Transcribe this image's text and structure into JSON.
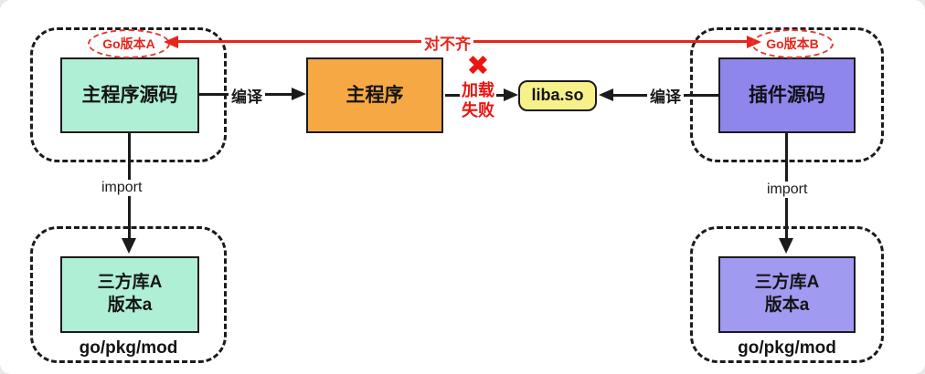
{
  "badges": {
    "go_version_a": "Go版本A",
    "go_version_b": "Go版本B"
  },
  "nodes": {
    "main_source": {
      "label": "主程序源码",
      "color": "#aeefd5"
    },
    "main_program": {
      "label": "主程序",
      "color": "#f6a844"
    },
    "liba": {
      "label": "liba.so",
      "color": "#f7f18a"
    },
    "plugin_source": {
      "label": "插件源码",
      "color": "#8f86ec"
    },
    "lib_a_left": {
      "line1": "三方库A",
      "line2": "版本a",
      "color": "#aeefd5"
    },
    "lib_a_right": {
      "line1": "三方库A",
      "line2": "版本a",
      "color": "#a19af1"
    }
  },
  "edges": {
    "compile_left": {
      "label": "编译"
    },
    "compile_right": {
      "label": "编译"
    },
    "import_left": {
      "label": "import"
    },
    "import_right": {
      "label": "import"
    },
    "mismatch": {
      "label": "对不齐",
      "color": "#e8251c"
    },
    "load_failure": {
      "mark": "✖",
      "line1": "加载",
      "line2": "失败"
    }
  },
  "containers": {
    "go_pkg_mod_left": {
      "label": "go/pkg/mod"
    },
    "go_pkg_mod_right": {
      "label": "go/pkg/mod"
    }
  }
}
